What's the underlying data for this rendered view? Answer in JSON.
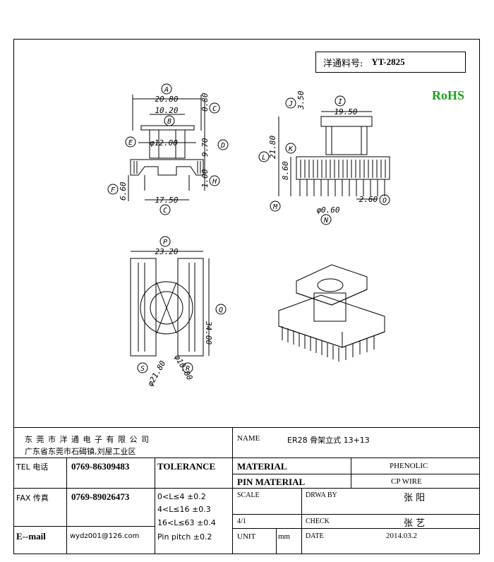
{
  "header": {
    "part_label": "洋通料号:",
    "part_number": "YT-2825",
    "rohs": "RoHS"
  },
  "drawing": {
    "top_view": {
      "dims": {
        "A": "20.80",
        "B": "10.20",
        "C_top": "0.80",
        "E": "φ12.00",
        "D": "9.70",
        "H": "1.00",
        "F": "6.60",
        "C_bot": "17.50"
      },
      "markers": {
        "A": "A",
        "B": "B",
        "C": "C",
        "D": "D",
        "E": "E",
        "F": "F",
        "H": "H"
      }
    },
    "side_view": {
      "dims": {
        "J": "3.50",
        "I": "19.50",
        "L": "21.80",
        "K": "8.60",
        "O": "2.60",
        "N": "φ0.60"
      },
      "markers": {
        "I": "I",
        "J": "J",
        "K": "K",
        "L": "L",
        "M": "M",
        "N": "N",
        "O": "O"
      }
    },
    "bottom_view": {
      "dims": {
        "P": "23.20",
        "Q": "34.00",
        "S": "φ21.80",
        "R": "φ10.00"
      },
      "markers": {
        "P": "P",
        "Q": "Q",
        "R": "R",
        "S": "S"
      }
    }
  },
  "title_block": {
    "company": "东 莞 市 洋 通 电 子 有 限 公 司",
    "address": "广东省东莞市石碣镇,刘屋工业区",
    "name_label": "NAME",
    "name_value": "ER28 骨架立式 13+13",
    "tel_label": "TEL 电话",
    "tel_value": "0769-86309483",
    "tolerance_label": "TOLERANCE",
    "material_label": "MATERIAL",
    "material_value": "PHENOLIC",
    "pin_material_label": "PIN MATERIAL",
    "pin_material_value": "CP WIRE",
    "fax_label": "FAX 传真",
    "fax_value": "0769-89026473",
    "tol_1": "0<L≤4  ±0.2",
    "tol_2": "4<L≤16  ±0.3",
    "tol_3": "16<L≤63  ±0.4",
    "tol_4": "Pin pitch ±0.2",
    "scale_label": "SCALE",
    "scale_value": "4/1",
    "drawby_label": "DRWA BY",
    "drawby_value": "张 阳",
    "check_label": "CHECK",
    "check_value": "张 艺",
    "email_label": "E--mail",
    "email_value": "wydz001@126.com",
    "unit_label": "UNIT",
    "unit_value": "mm",
    "date_label": "DATE",
    "date_value": "2014.03.2"
  }
}
